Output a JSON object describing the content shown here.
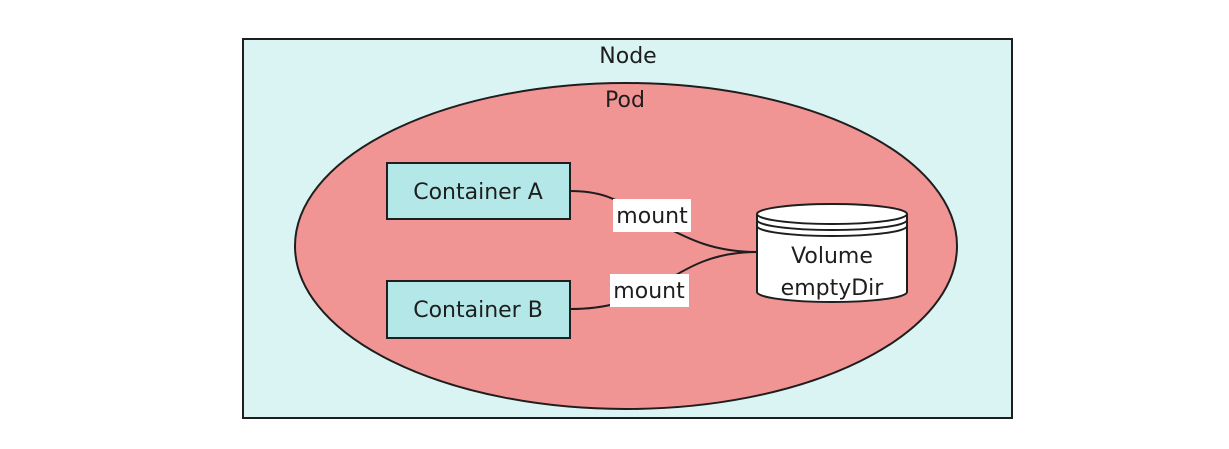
{
  "diagram": {
    "node": {
      "label": "Node"
    },
    "pod": {
      "label": "Pod"
    },
    "containers": [
      {
        "label": "Container A"
      },
      {
        "label": "Container B"
      }
    ],
    "volume": {
      "line1": "Volume",
      "line2": "emptyDir"
    },
    "edges": [
      {
        "label": "mount"
      },
      {
        "label": "mount"
      }
    ]
  },
  "colors": {
    "node_fill": "#daf4f4",
    "pod_fill": "#f09593",
    "container_fill": "#b4e8e8",
    "volume_fill": "#ffffff",
    "stroke": "#1e1e1e",
    "edge_label_bg": "#ffffff"
  }
}
